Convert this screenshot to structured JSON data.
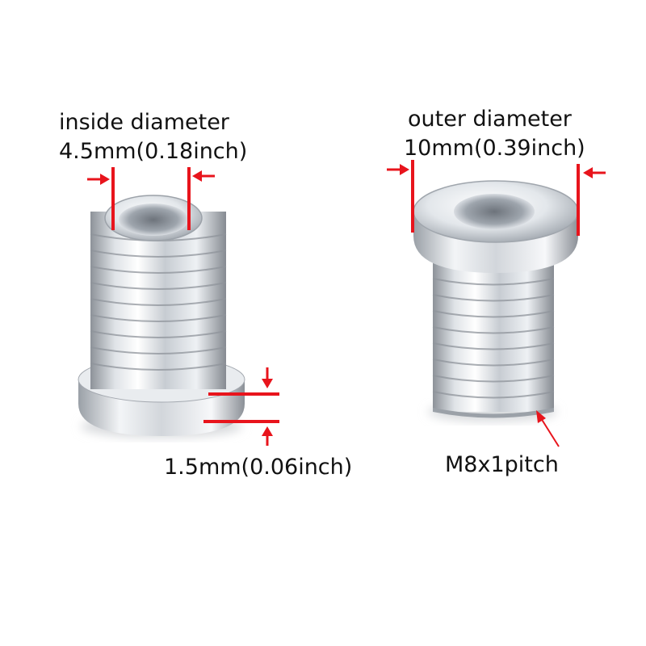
{
  "labels": {
    "inside_title": "inside diameter",
    "inside_value": "4.5mm(0.18inch)",
    "outer_title": "outer diameter",
    "outer_value": "10mm(0.39inch)",
    "flange_value": "1.5mm(0.06inch)",
    "thread_value": "M8x1pitch"
  },
  "colors": {
    "marker": "#e8141c",
    "metal_light": "#f2f4f6",
    "metal_mid": "#b9bec4",
    "metal_dark": "#7b8087",
    "background": "#ffffff"
  }
}
